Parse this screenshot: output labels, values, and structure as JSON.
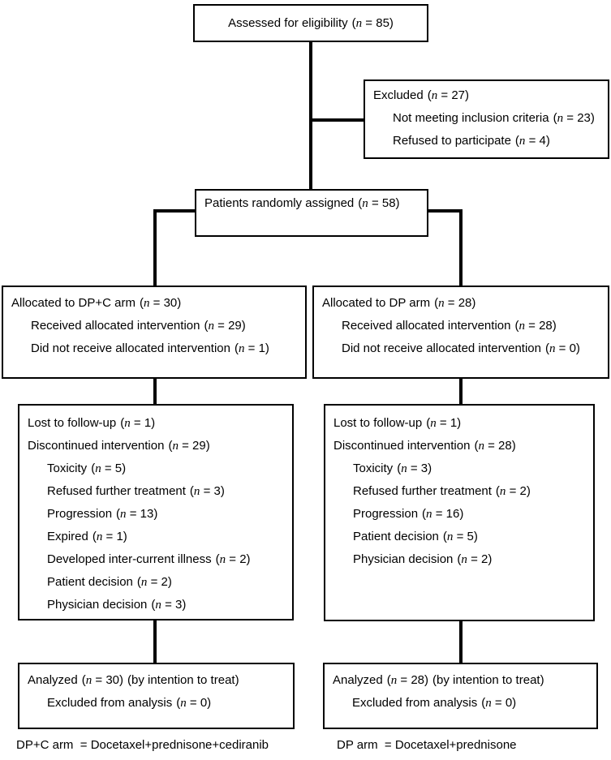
{
  "colors": {
    "ink": "#000000",
    "background": "#ffffff"
  },
  "diagram": {
    "eligibility": {
      "lines": [
        {
          "label": "Assessed for eligibility",
          "n": "85"
        }
      ]
    },
    "excluded": {
      "lines": [
        {
          "label": "Excluded",
          "n": "27"
        },
        {
          "label": "Not meeting inclusion criteria",
          "n": "23",
          "indent": 1
        },
        {
          "label": "Refused to participate",
          "n": "4",
          "indent": 1
        }
      ]
    },
    "randomized": {
      "lines": [
        {
          "label": "Patients randomly assigned",
          "n": "58"
        }
      ]
    },
    "alloc_dpc": {
      "lines": [
        {
          "label": "Allocated to DP+C arm",
          "n": "30"
        },
        {
          "label": "Received allocated intervention",
          "n": "29",
          "indent": 1
        },
        {
          "label": "Did not receive allocated intervention",
          "n": "1",
          "indent": 1
        }
      ]
    },
    "alloc_dp": {
      "lines": [
        {
          "label": "Allocated to DP arm",
          "n": "28"
        },
        {
          "label": "Received allocated intervention",
          "n": "28",
          "indent": 1
        },
        {
          "label": "Did not receive allocated intervention",
          "n": "0",
          "indent": 1
        }
      ]
    },
    "followup_dpc": {
      "lines": [
        {
          "label": "Lost to follow-up",
          "n": "1"
        },
        {
          "label": "Discontinued intervention",
          "n": "29"
        },
        {
          "label": "Toxicity",
          "n": "5",
          "indent": 1
        },
        {
          "label": "Refused further treatment",
          "n": "3",
          "indent": 1
        },
        {
          "label": "Progression",
          "n": "13",
          "indent": 1
        },
        {
          "label": "Expired",
          "n": "1",
          "indent": 1
        },
        {
          "label": "Developed inter-current illness",
          "n": "2",
          "indent": 1
        },
        {
          "label": "Patient decision",
          "n": "2",
          "indent": 1
        },
        {
          "label": "Physician decision",
          "n": "3",
          "indent": 1
        }
      ]
    },
    "followup_dp": {
      "lines": [
        {
          "label": "Lost to follow-up",
          "n": "1"
        },
        {
          "label": "Discontinued intervention",
          "n": "28"
        },
        {
          "label": "Toxicity",
          "n": "3",
          "indent": 1
        },
        {
          "label": "Refused further treatment",
          "n": "2",
          "indent": 1
        },
        {
          "label": "Progression",
          "n": "16",
          "indent": 1
        },
        {
          "label": "Patient decision",
          "n": "5",
          "indent": 1
        },
        {
          "label": "Physician decision",
          "n": "2",
          "indent": 1
        }
      ]
    },
    "analysis_dpc": {
      "lines": [
        {
          "label": "Analyzed",
          "n": "30",
          "suffix": "(by intention to treat)"
        },
        {
          "label": "Excluded from analysis",
          "n": "0",
          "indent": 1
        }
      ]
    },
    "analysis_dp": {
      "lines": [
        {
          "label": "Analyzed",
          "n": "28",
          "suffix": "(by intention to treat)"
        },
        {
          "label": "Excluded from analysis",
          "n": "0",
          "indent": 1
        }
      ]
    },
    "legend": {
      "left": "DP+C arm  = Docetaxel+prednisone+cediranib",
      "right": "DP arm  = Docetaxel+prednisone"
    }
  }
}
